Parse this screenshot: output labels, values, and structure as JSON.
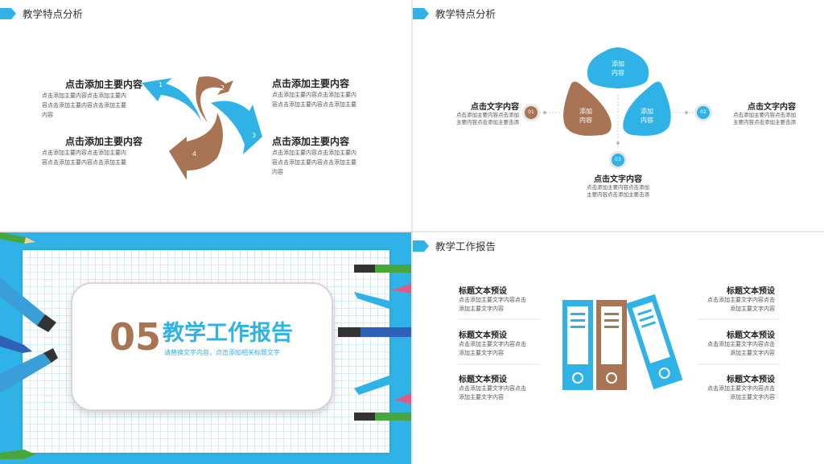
{
  "colors": {
    "blue": "#2fb3e6",
    "brown": "#a87454",
    "dark": "#222222",
    "text": "#555555"
  },
  "slide1": {
    "header": "教学特点分析",
    "items": [
      {
        "title": "点击添加主要内容",
        "lines": [
          "点击添加主要内容点击添加主要内",
          "容点击添加主要内容点击添加主要",
          "内容"
        ]
      },
      {
        "title": "点击添加主要内容",
        "lines": [
          "点击添加主要内容点击添加主要内",
          "容点击添加主要内容点击添加主要"
        ]
      },
      {
        "title": "点击添加主要内容",
        "lines": [
          "点击添加主要内容点击添加主要内",
          "容点击添加主要内容点击添加主要"
        ]
      },
      {
        "title": "点击添加主要内容",
        "lines": [
          "点击添加主要内容点击添加主要内",
          "容点击添加主要内容点击添加主要",
          "内容"
        ]
      }
    ],
    "numbers": [
      "1",
      "2",
      "3",
      "4"
    ]
  },
  "slide2": {
    "header": "教学特点分析",
    "shapes": [
      {
        "label1": "添加",
        "label2": "内容"
      },
      {
        "label1": "添加",
        "label2": "内容"
      },
      {
        "label1": "添加",
        "label2": "内容"
      }
    ],
    "callouts": [
      {
        "num": "01",
        "title": "点击文字内容",
        "lines": [
          "点击添加主要内容点击添加",
          "主要内容点击添加主要击添"
        ]
      },
      {
        "num": "02",
        "title": "点击文字内容",
        "lines": [
          "点击添加主要内容点击添加",
          "主要内容点击添加主要击添"
        ]
      },
      {
        "num": "03",
        "title": "点击文字内容",
        "lines": [
          "点击添加主要内容点击添加",
          "主要内容点击添加主要击添"
        ]
      }
    ]
  },
  "slide3": {
    "number": "05",
    "title": "教学工作报告",
    "subtitle": "请替换文字内容，点击添加相关标题文字"
  },
  "slide4": {
    "header": "教学工作报告",
    "left": [
      {
        "title": "标题文本预设",
        "lines": [
          "点击添加主要文字内容点击",
          "添加主要文字内容"
        ]
      },
      {
        "title": "标题文本预设",
        "lines": [
          "点击添加主要文字内容点击",
          "添加主要文字内容"
        ]
      },
      {
        "title": "标题文本预设",
        "lines": [
          "点击添加主要文字内容点击",
          "添加主要文字内容"
        ]
      }
    ],
    "right": [
      {
        "title": "标题文本预设",
        "lines": [
          "点击添加主要文字内容点击",
          "添加主要文字内容"
        ]
      },
      {
        "title": "标题文本预设",
        "lines": [
          "点击添加主要文字内容点击",
          "添加主要文字内容"
        ]
      },
      {
        "title": "标题文本预设",
        "lines": [
          "点击添加主要文字内容点击",
          "添加主要文字内容"
        ]
      }
    ]
  }
}
